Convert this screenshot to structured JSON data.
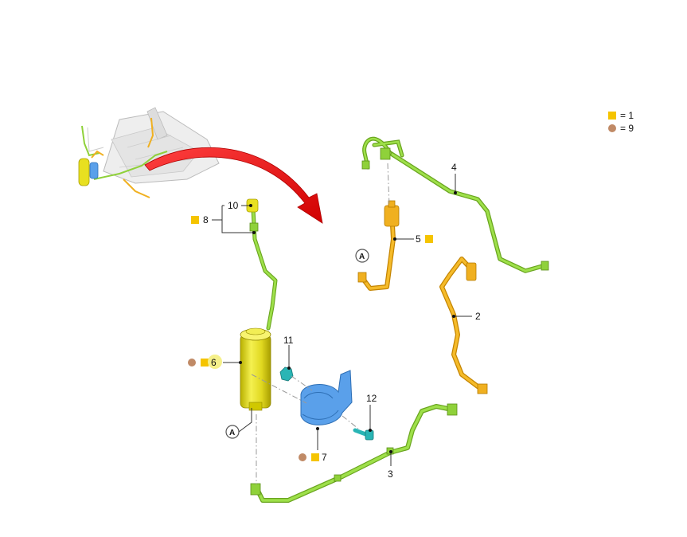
{
  "legend": {
    "square_value": "= 1",
    "circle_value": "= 9"
  },
  "colors": {
    "square_marker": "#f5c400",
    "circle_marker": "#c08a66",
    "hose_green": "#8fd13a",
    "hose_orange": "#f0b020",
    "canister_yellow": "#e8e020",
    "bracket_blue": "#5aa0ea",
    "fastener_teal": "#2ab5b5",
    "arrow_red": "#ee1c1c",
    "highlight": "#f5f08a"
  },
  "callouts": {
    "c1": "2",
    "c2": "3",
    "c3": "4",
    "c4": "5",
    "c5": "6",
    "c6": "7",
    "c7": "8",
    "c8": "10",
    "c9": "11",
    "c10": "12"
  },
  "connectors": {
    "a1": "A",
    "a2": "A"
  },
  "icons": [
    "square-marker-icon",
    "circle-marker-icon",
    "red-arrow-icon"
  ]
}
